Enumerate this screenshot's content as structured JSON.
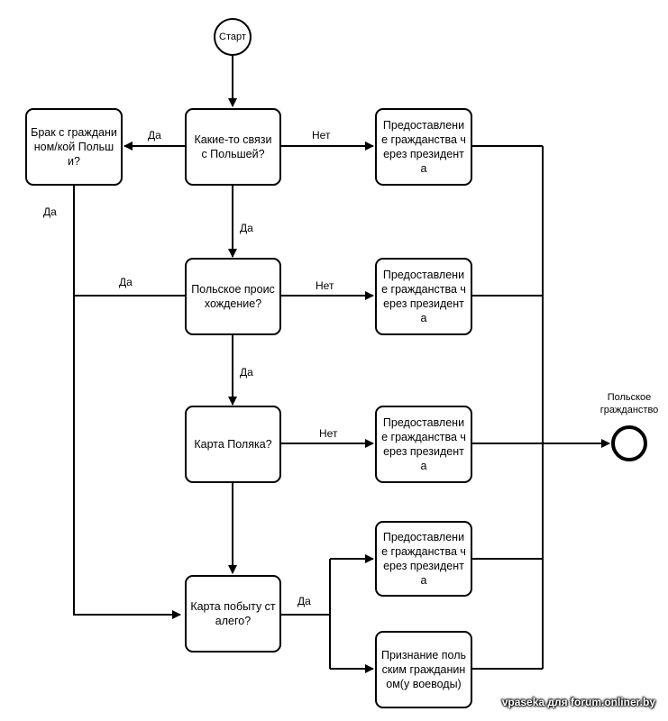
{
  "start": "Старт",
  "end_label": "Польское гражданство",
  "q_ties": "Какие-то связи с Польшей?",
  "q_marriage": "Брак с гражданином/кой Польши?",
  "q_origin": "Польское происхождение?",
  "q_karta_polaka": "Карта Поляка?",
  "q_karta_pobytu": "Карта побыту сталего?",
  "outcome_president": "Предоставление гражданства через президента",
  "outcome_voivode": "Признание польским гражданином(у воеводы)",
  "yes": "Да",
  "no": "Нет",
  "watermark": "vpaseka для forum.onliner.by"
}
